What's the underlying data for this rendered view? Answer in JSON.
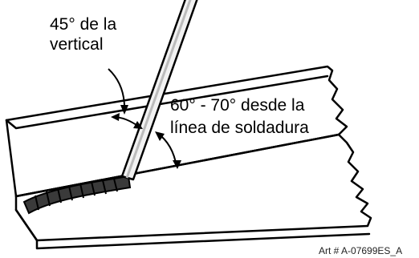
{
  "annotation_vertical": {
    "line1": "45° de la",
    "line2": "vertical"
  },
  "annotation_weld_line": {
    "line1": "60° - 70° desde la",
    "line2": "línea de soldadura"
  },
  "art_number": "Art # A-07699ES_A",
  "colors": {
    "stroke": "#000000",
    "plate_fill": "#ffffff",
    "bead_fill": "#3a3a3a",
    "rod_fill": "#f2f2f2"
  }
}
